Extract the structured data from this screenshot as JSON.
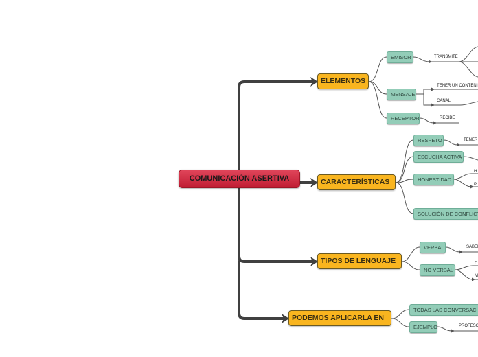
{
  "root": "COMUNICACIÓN ASERTIVA",
  "branches": [
    {
      "label": "ELEMENTOS",
      "children": [
        {
          "label": "EMISOR",
          "leaves": [
            "TRANSMITE"
          ]
        },
        {
          "label": "MENSAJE",
          "leaves": [
            "TENER UN CONTENIDO",
            "CANAL"
          ]
        },
        {
          "label": "RECEPTOR",
          "leaves": [
            "RECIBE"
          ]
        }
      ]
    },
    {
      "label": "CARACTERÍSTICAS",
      "children": [
        {
          "label": "RESPETO",
          "leaves": [
            "TENER"
          ]
        },
        {
          "label": "ESCUCHA ACTIVA",
          "leaves": []
        },
        {
          "label": "HONESTIDAD",
          "leaves": [
            "H",
            "P"
          ]
        },
        {
          "label": "SOLUCIÓN DE CONFLICTOS",
          "leaves": []
        }
      ]
    },
    {
      "label": "TIPOS DE LENGUAJE",
      "children": [
        {
          "label": "VERBAL",
          "leaves": [
            "SABER"
          ]
        },
        {
          "label": "NO VERBAL",
          "leaves": [
            "D",
            "M"
          ]
        }
      ]
    },
    {
      "label": "PODEMOS APLICARLA EN",
      "children": [
        {
          "label": "TODAS LAS CONVERSACIONES",
          "leaves": []
        },
        {
          "label": "EJEMPLO",
          "leaves": [
            "PROFESOR"
          ]
        }
      ]
    }
  ],
  "colors": {
    "root": "#cf2a40",
    "main": "#f9b51f",
    "sub": "#93cdb8",
    "connector": "#404040"
  }
}
